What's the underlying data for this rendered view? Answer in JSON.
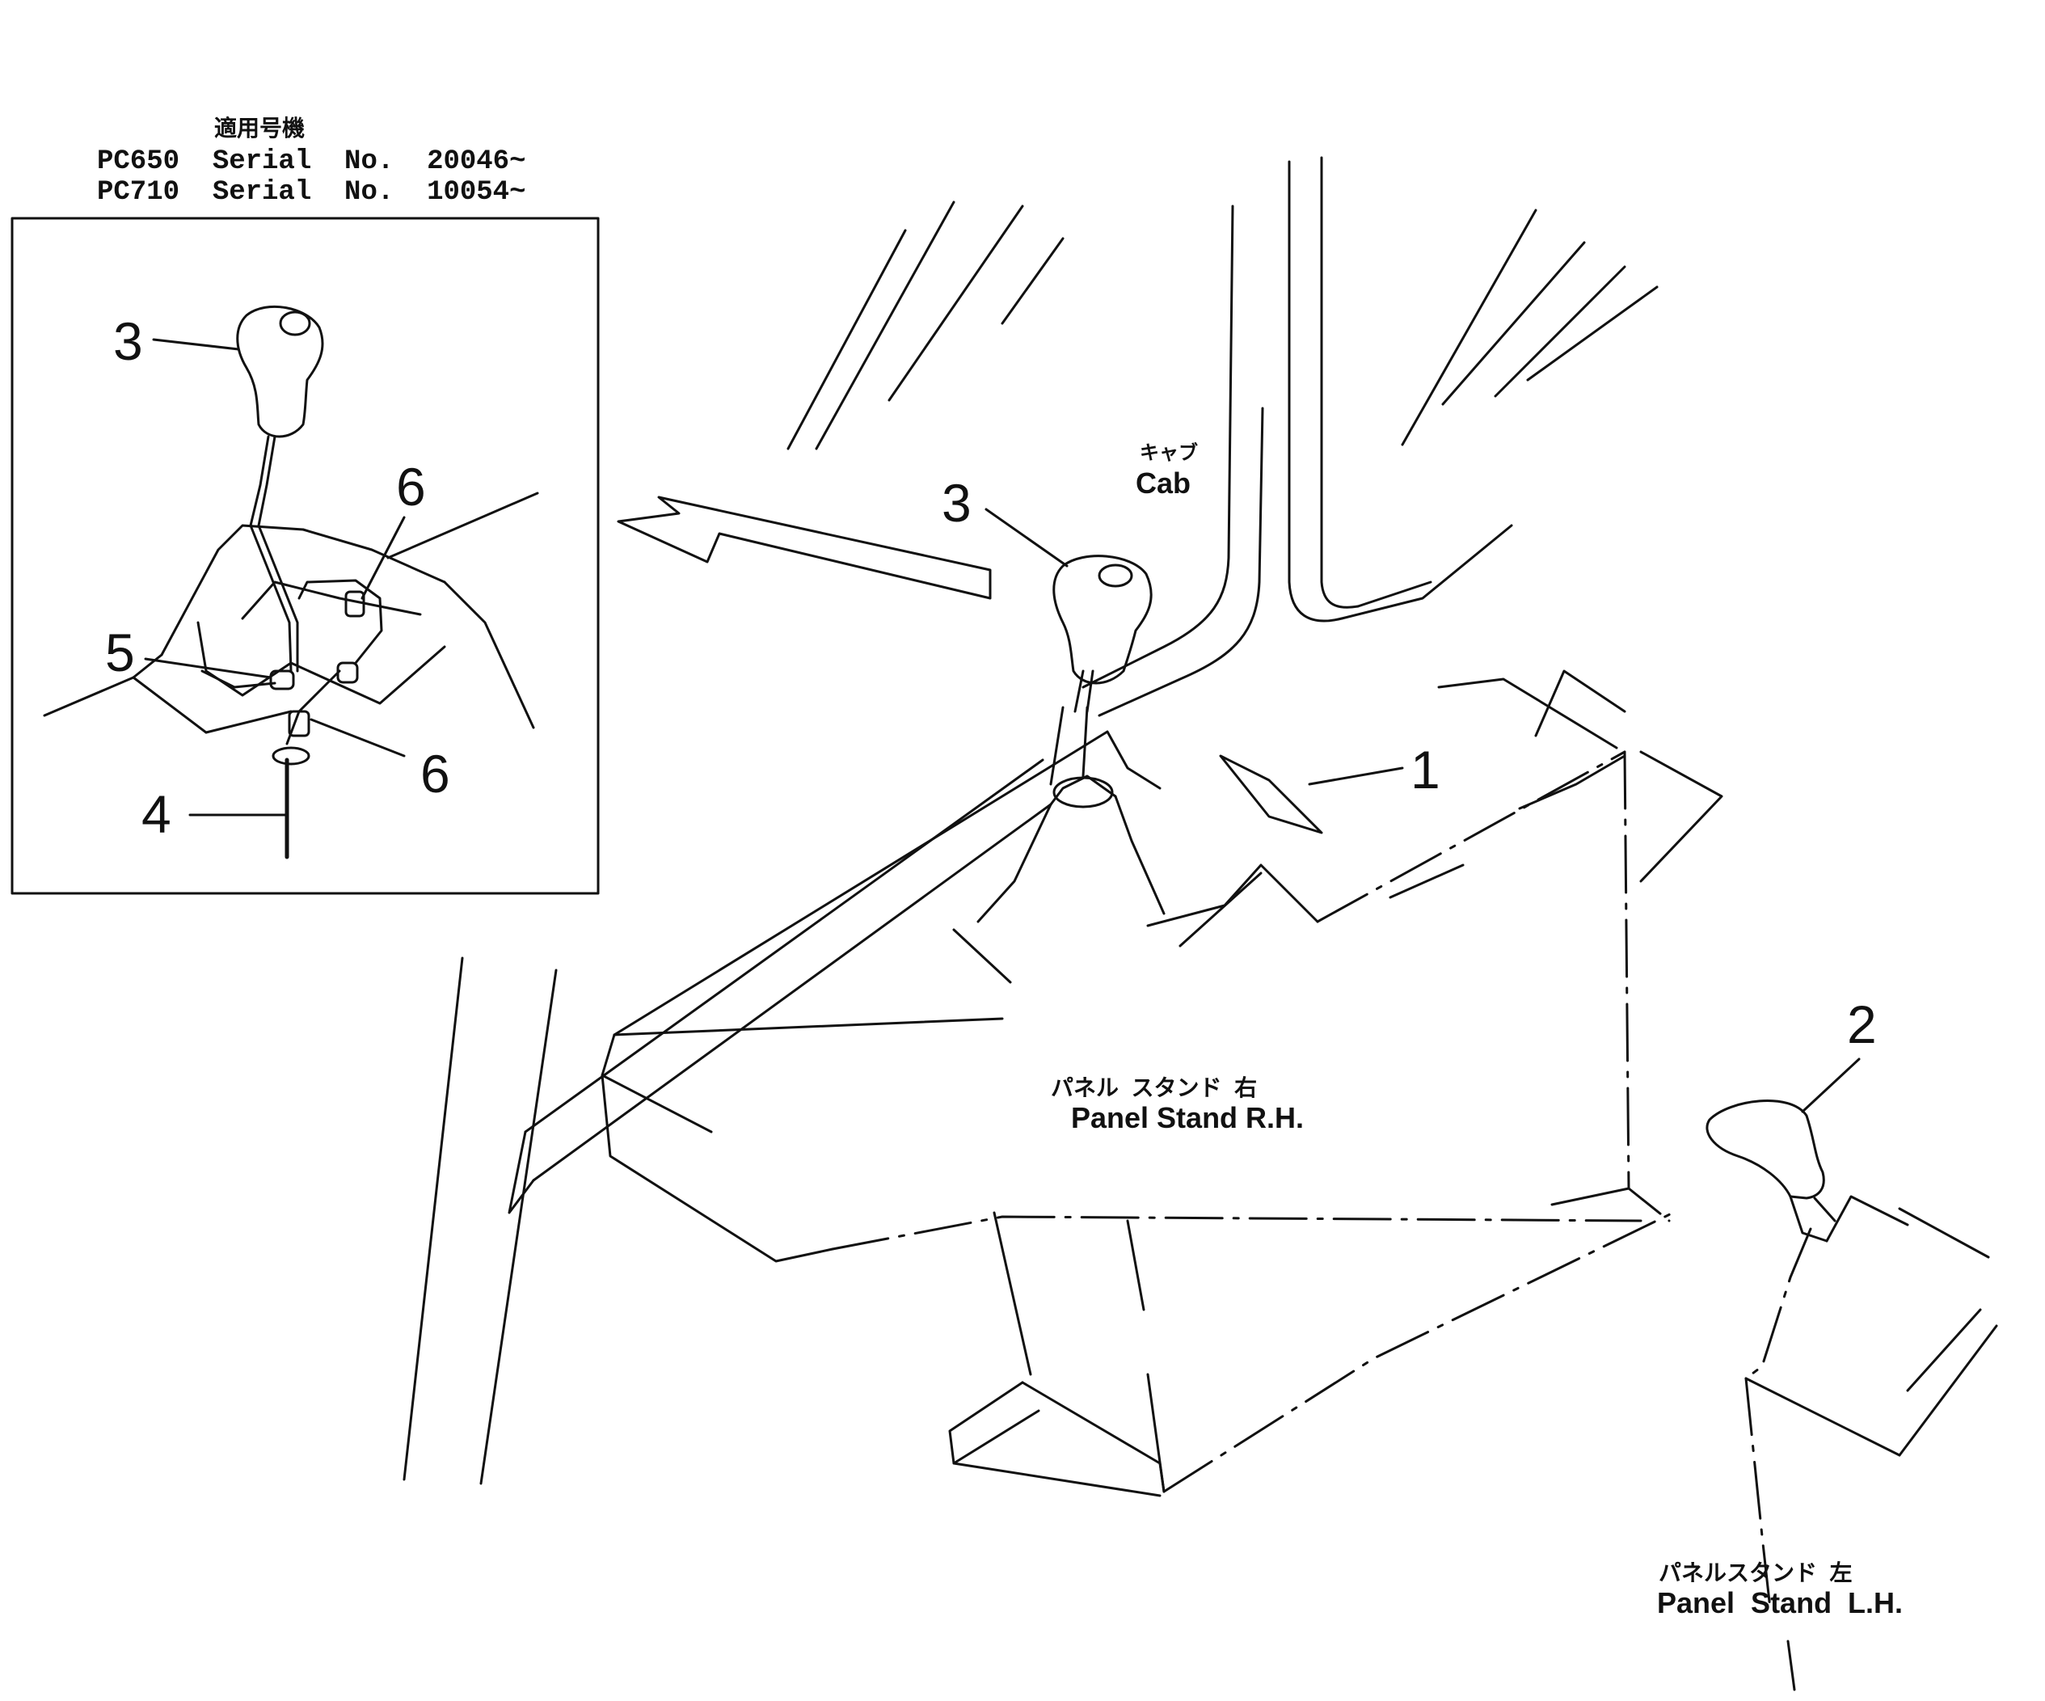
{
  "header": {
    "jp_title": "適用号機",
    "serial_lines": [
      "PC650  Serial  No.  20046~",
      "PC710  Serial  No.  10054~"
    ]
  },
  "labels": {
    "cab_jp": "キャブ",
    "cab_en": "Cab",
    "panel_rh_jp": "パネル  スタンド  右",
    "panel_rh_en": "Panel Stand R.H.",
    "panel_lh_jp": "パネルスタンド  左",
    "panel_lh_en": "Panel  Stand  L.H."
  },
  "callouts": {
    "part1": "1",
    "part2": "2",
    "part3_main": "3",
    "part3_detail": "3",
    "part4": "4",
    "part5": "5",
    "part6_upper": "6",
    "part6_lower": "6"
  }
}
